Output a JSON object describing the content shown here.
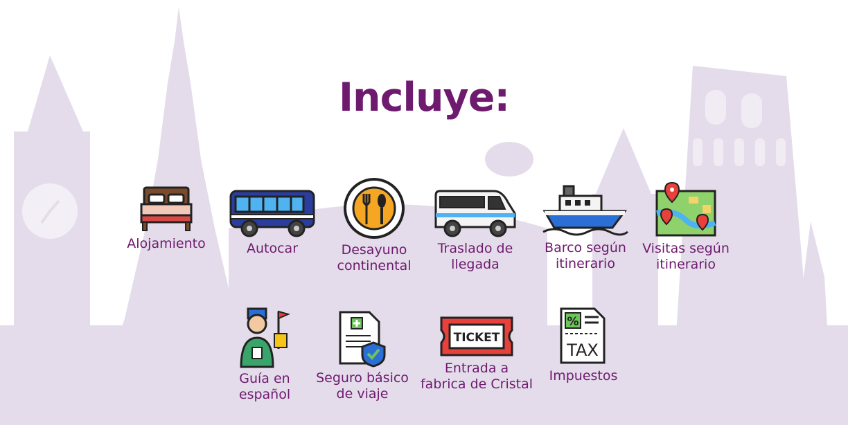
{
  "title": "Incluye:",
  "colors": {
    "title": "#6e1a6e",
    "skyline": "#e4dcea",
    "accent_red": "#e8413c",
    "accent_blue": "#2b6fd6"
  },
  "items": [
    {
      "label": "Alojamiento",
      "icon": "bed-icon"
    },
    {
      "label": "Autocar",
      "icon": "bus-icon"
    },
    {
      "label": "Desayuno\ncontinental",
      "icon": "plate-cutlery-icon"
    },
    {
      "label": "Traslado de\nllegada",
      "icon": "van-icon"
    },
    {
      "label": "Barco según\nitinerario",
      "icon": "ship-icon"
    },
    {
      "label": "Visitas según\nitinerario",
      "icon": "map-pins-icon"
    },
    {
      "label": "Guía en\nespañol",
      "icon": "tour-guide-icon"
    },
    {
      "label": "Seguro básico\nde viaje",
      "icon": "insurance-document-icon"
    },
    {
      "label": "Entrada a\nfabrica de Cristal",
      "icon": "ticket-icon",
      "ticket_text": "TICKET"
    },
    {
      "label": "Impuestos",
      "icon": "tax-document-icon",
      "tax_text": "TAX",
      "percent_text": "%"
    }
  ]
}
